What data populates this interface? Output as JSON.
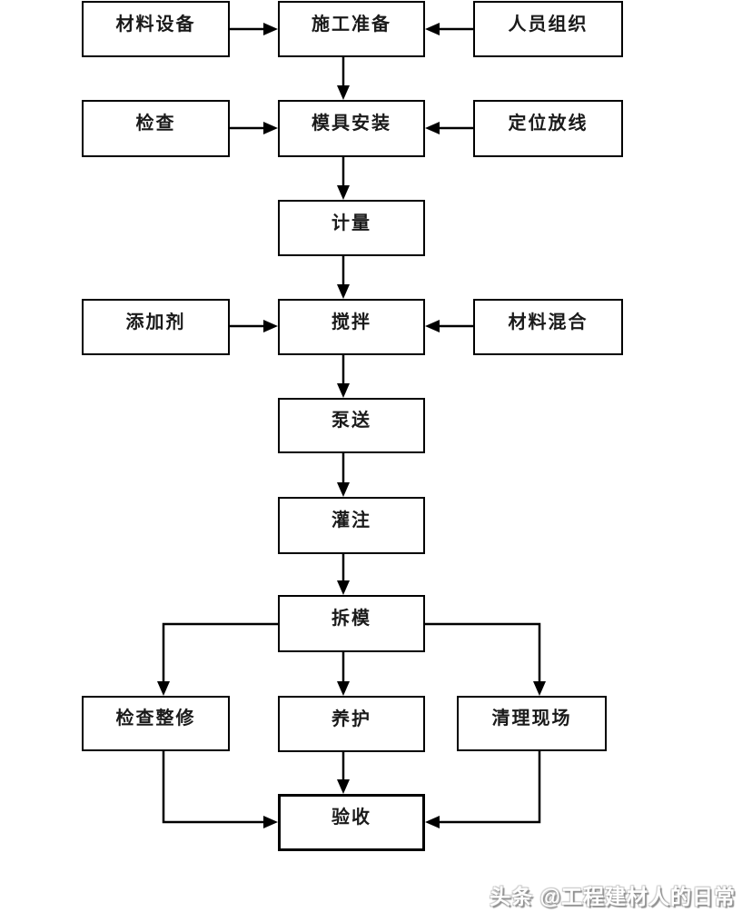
{
  "diagram": {
    "type": "flowchart",
    "background_color": "#ffffff",
    "line_color": "#000000",
    "nodes": {
      "material_equipment": {
        "label": "材料设备"
      },
      "construction_prep": {
        "label": "施工准备"
      },
      "personnel": {
        "label": "人员组织"
      },
      "inspection": {
        "label": "检查"
      },
      "mold_install": {
        "label": "模具安装"
      },
      "positioning": {
        "label": "定位放线"
      },
      "measuring": {
        "label": "计量"
      },
      "additive": {
        "label": "添加剂"
      },
      "mixing": {
        "label": "搅拌"
      },
      "material_mix": {
        "label": "材料混合"
      },
      "pumping": {
        "label": "泵送"
      },
      "pouring": {
        "label": "灌注"
      },
      "demolding": {
        "label": "拆模"
      },
      "inspect_repair": {
        "label": "检查整修"
      },
      "curing": {
        "label": "养护"
      },
      "site_cleanup": {
        "label": "清理现场"
      },
      "acceptance": {
        "label": "验收"
      }
    },
    "edges": [
      {
        "from": "材料设备",
        "to": "施工准备"
      },
      {
        "from": "人员组织",
        "to": "施工准备"
      },
      {
        "from": "施工准备",
        "to": "模具安装"
      },
      {
        "from": "检查",
        "to": "模具安装"
      },
      {
        "from": "定位放线",
        "to": "模具安装"
      },
      {
        "from": "模具安装",
        "to": "计量"
      },
      {
        "from": "计量",
        "to": "搅拌"
      },
      {
        "from": "添加剂",
        "to": "搅拌"
      },
      {
        "from": "材料混合",
        "to": "搅拌"
      },
      {
        "from": "搅拌",
        "to": "泵送"
      },
      {
        "from": "泵送",
        "to": "灌注"
      },
      {
        "from": "灌注",
        "to": "拆模"
      },
      {
        "from": "拆模",
        "to": "检查整修"
      },
      {
        "from": "拆模",
        "to": "养护"
      },
      {
        "from": "拆模",
        "to": "清理现场"
      },
      {
        "from": "检查整修",
        "to": "验收"
      },
      {
        "from": "养护",
        "to": "验收"
      },
      {
        "from": "清理现场",
        "to": "验收"
      }
    ],
    "watermark": "头条 @工程建材人的日常"
  }
}
